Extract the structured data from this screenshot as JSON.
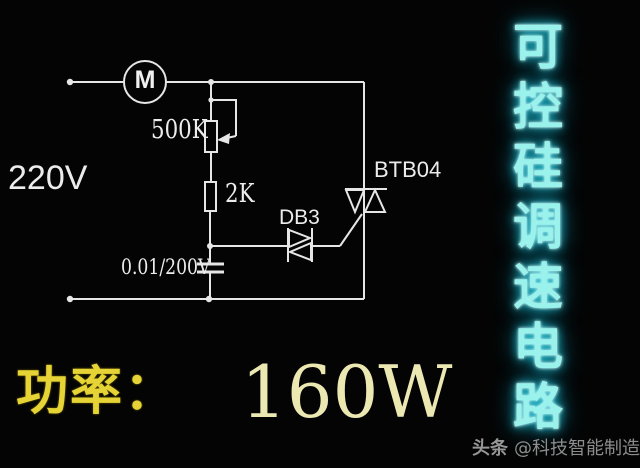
{
  "diagram": {
    "labels": {
      "voltage": "220V",
      "motor": "M",
      "potentiometer": "500K",
      "resistor": "2K",
      "capacitor": "0.01/200V",
      "diac": "DB3",
      "triac": "BTB04"
    },
    "title_vertical": "可控硅调速电路",
    "power": {
      "prefix": "功率：",
      "value": "160W"
    }
  },
  "watermark": {
    "brand": "头条",
    "handle": "@科技智能制造"
  },
  "colors": {
    "background": "#040404",
    "wire": "#e6e6e6",
    "label_text": "#ececec",
    "title_cyan": "#9af2ec",
    "title_glow": "#24d8e8",
    "power_prefix_yellow": "#e6d335",
    "power_value_yellow": "#ece8b2",
    "watermark_gray": "#8d8d8d"
  }
}
